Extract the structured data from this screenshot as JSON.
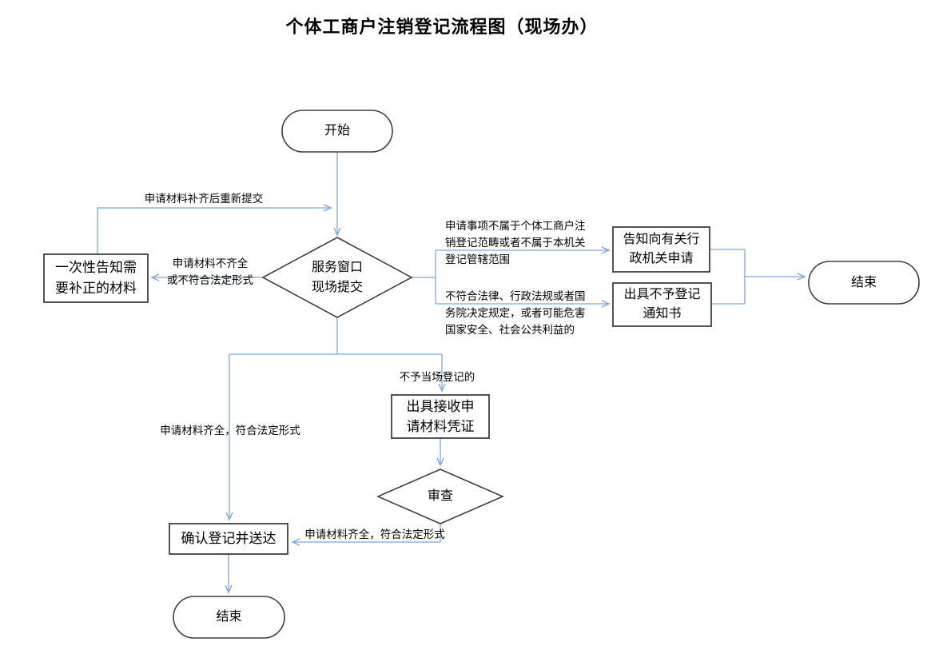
{
  "title": "个体工商户注销登记流程图（现场办）",
  "nodes": {
    "start": {
      "label": "开始"
    },
    "submit_window": {
      "lines": [
        "服务窗口",
        "现场提交"
      ]
    },
    "notify_correction": {
      "lines": [
        "一次性告知需",
        "要补正的材料"
      ]
    },
    "notify_other_authority": {
      "lines": [
        "告知向有关行",
        "政机关申请"
      ]
    },
    "issue_rejection": {
      "lines": [
        "出具不予登记",
        "通知书"
      ]
    },
    "end_right": {
      "label": "结束"
    },
    "issue_receipt": {
      "lines": [
        "出具接收申",
        "请材料凭证"
      ]
    },
    "review": {
      "label": "审查"
    },
    "confirm_register": {
      "label": "确认登记并送达"
    },
    "end_bottom": {
      "label": "结束"
    }
  },
  "edge_labels": {
    "resubmit": "申请材料补齐后重新提交",
    "incomplete": {
      "lines": [
        "申请材料不齐全",
        "或不符合法定形式"
      ]
    },
    "not_in_scope": {
      "lines": [
        "申请事项不属于个体工商户注",
        "销登记范畴或者不属于本机关",
        "登记管辖范围"
      ]
    },
    "illegal": {
      "lines": [
        "不符合法律、行政法规或者国",
        "务院决定规定，或者可能危害",
        "国家安全、社会公共利益的"
      ]
    },
    "not_onsite": "不予当场登记的",
    "complete_left": "申请材料齐全，符合法定形式",
    "complete_review": "申请材料齐全，符合法定形式"
  },
  "colors": {
    "connector": "#7DA7D8",
    "shape_border": "#3F3F3F",
    "text": "#000000",
    "background": "#FFFFFF"
  }
}
